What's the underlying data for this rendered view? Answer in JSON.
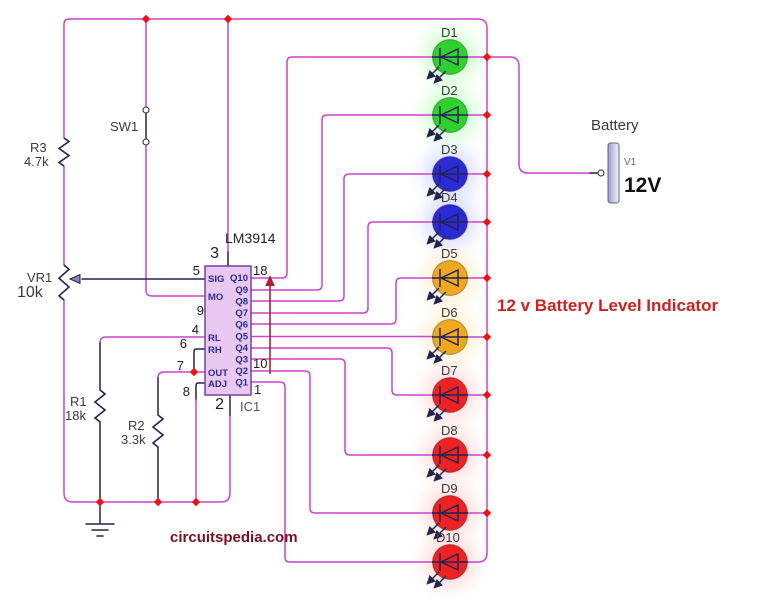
{
  "heading": {
    "text": "12 v Battery Level Indicator"
  },
  "watermark": {
    "text": "circuitspedia.com"
  },
  "battery": {
    "label": "Battery",
    "ref": "V1",
    "voltage": "12V"
  },
  "ic": {
    "part": "LM3914",
    "ref": "IC1",
    "top_pin": "3",
    "bottom_pin": "2",
    "left_pins": [
      {
        "num": "5",
        "name": "SIG"
      },
      {
        "num": "9",
        "name": "MO"
      },
      {
        "num": "4",
        "name": "RL"
      },
      {
        "num": "6",
        "name": "RH"
      },
      {
        "num": "7",
        "name": "OUT"
      },
      {
        "num": "8",
        "name": "ADJ"
      }
    ],
    "right_pins": [
      {
        "name": "Q10",
        "num": "18"
      },
      {
        "name": "Q9"
      },
      {
        "name": "Q8"
      },
      {
        "name": "Q7"
      },
      {
        "name": "Q6"
      },
      {
        "name": "Q5"
      },
      {
        "name": "Q4"
      },
      {
        "name": "Q3"
      },
      {
        "name": "Q2",
        "num": "10"
      },
      {
        "name": "Q1",
        "num": "1"
      }
    ]
  },
  "components": {
    "r3": {
      "ref": "R3",
      "value": "4.7k"
    },
    "vr1": {
      "ref": "VR1",
      "value": "10k"
    },
    "r1": {
      "ref": "R1",
      "value": "18k"
    },
    "r2": {
      "ref": "R2",
      "value": "3.3k"
    },
    "sw1": {
      "ref": "SW1"
    }
  },
  "leds": [
    {
      "ref": "D1",
      "color": "green"
    },
    {
      "ref": "D2",
      "color": "green"
    },
    {
      "ref": "D3",
      "color": "blue"
    },
    {
      "ref": "D4",
      "color": "blue"
    },
    {
      "ref": "D5",
      "color": "orange"
    },
    {
      "ref": "D6",
      "color": "orange"
    },
    {
      "ref": "D7",
      "color": "red"
    },
    {
      "ref": "D8",
      "color": "red"
    },
    {
      "ref": "D9",
      "color": "red"
    },
    {
      "ref": "D10",
      "color": "red"
    }
  ],
  "colors": {
    "wire": "#cc44cc",
    "lead": "#23234f",
    "junction": "#ee1111",
    "bar_arrow": "#aa2233",
    "led_green": "#2ed12e",
    "led_blue": "#2b2bd6",
    "led_orange": "#f0a81e",
    "led_red": "#ee2222",
    "ic_fill": "#e9c9f2",
    "ic_border": "#7b3fa0",
    "pin_text": "#2a2a99",
    "title": "#cc2222",
    "watermark": "#7a1022"
  }
}
